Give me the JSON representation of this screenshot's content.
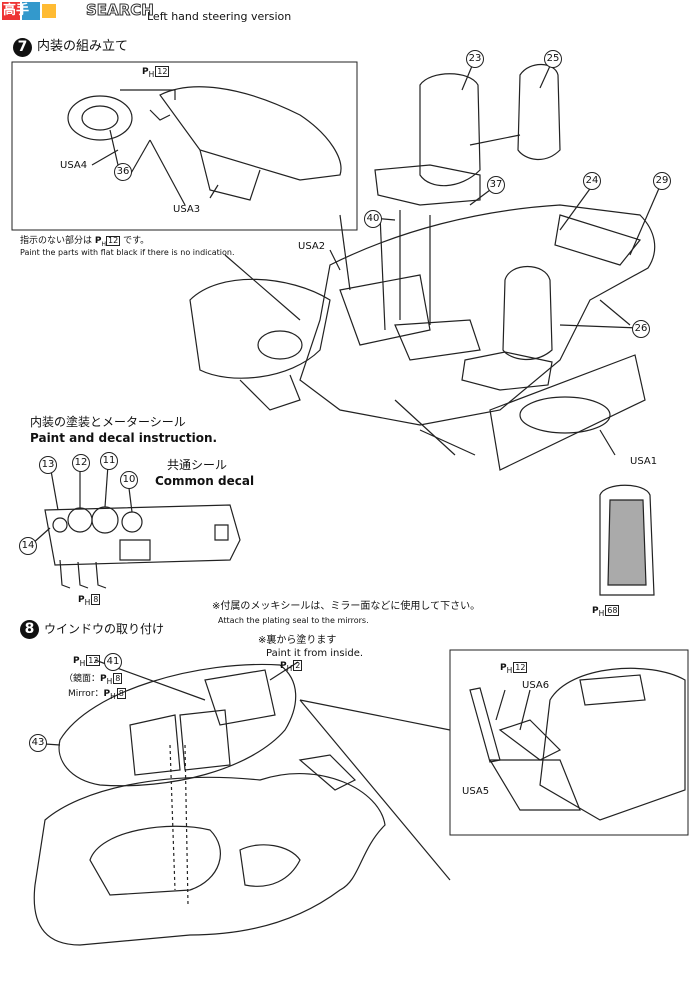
{
  "header": {
    "logo_text": "高手",
    "watermark": "SEARCH",
    "version_text": "Left hand steering version"
  },
  "step7": {
    "number": "7",
    "title": "内装の組み立て",
    "note_jp": "指示のない部分は",
    "note_jp_ref": "12",
    "note_jp_tail": "です。",
    "note_en": "Paint the parts with flat black if there is no indication.",
    "part_labels": {
      "usa4": "USA4",
      "usa3": "USA3",
      "usa2": "USA2",
      "usa1": "USA1",
      "p36": "36",
      "p23": "23",
      "p25": "25",
      "p37": "37",
      "p24": "24",
      "p29": "29",
      "p40": "40",
      "p26": "26"
    },
    "inset_ref": "12"
  },
  "paint_section": {
    "title_jp": "内装の塗装とメーターシール",
    "title_en": "Paint and decal instruction.",
    "common_jp": "共通シール",
    "common_en": "Common decal",
    "numbers": [
      "13",
      "12",
      "11",
      "10",
      "14"
    ],
    "pedal_ref": "8",
    "seat_ref": "68"
  },
  "step8": {
    "number": "8",
    "title": "ウインドウの取り付け",
    "plating_jp": "※付属のメッキシールは、ミラー面などに使用して下さい。",
    "plating_en": "Attach the plating seal to the mirrors.",
    "inside_jp": "※裏から塗ります",
    "inside_en": "Paint it from inside.",
    "inside_ref": "2",
    "ref_12": "12",
    "part_41": "41",
    "mirror_jp": "（鏡面：",
    "mirror_jp_ref": "8",
    "mirror_en": "Mirror：",
    "mirror_en_ref": "8",
    "part_43": "43",
    "detail_ref": "12",
    "usa6": "USA6",
    "usa5": "USA5"
  },
  "ph_symbol": "P",
  "ph_sub": "H"
}
